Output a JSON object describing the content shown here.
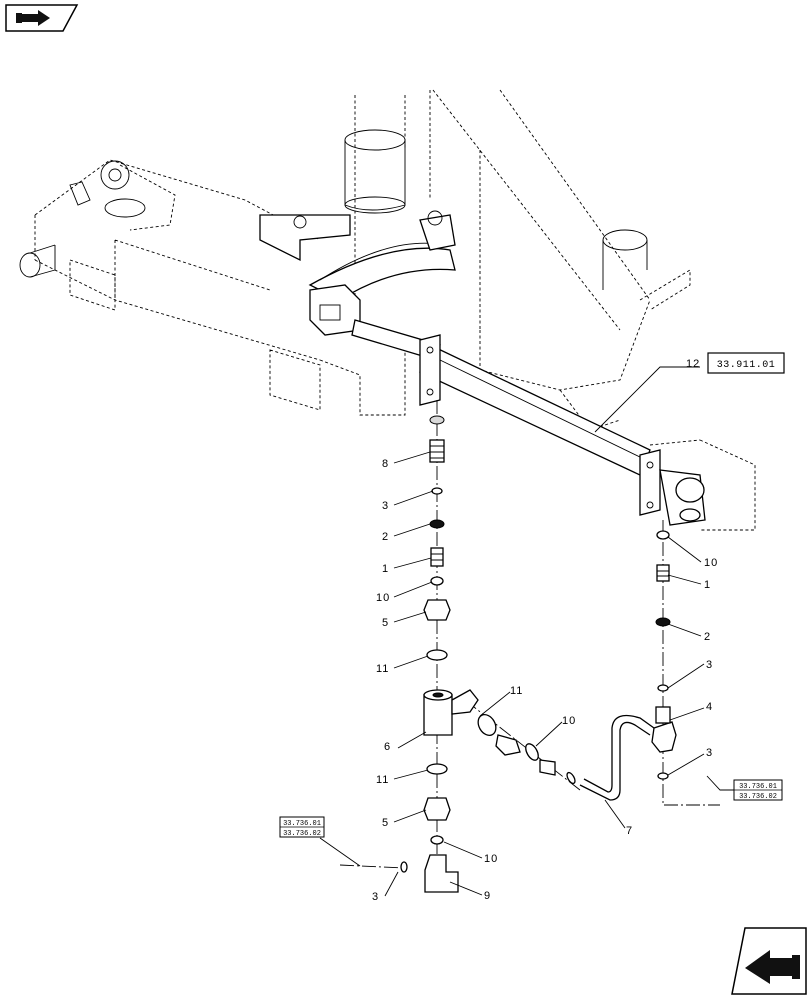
{
  "nav": {
    "back_icon": "hand-pointing-right-icon",
    "forward_icon": "hand-pointing-left-icon"
  },
  "main_ref": "33.911.01",
  "side_ref_right": [
    "33.736.01",
    "33.736.02"
  ],
  "side_ref_left": [
    "33.736.01",
    "33.736.02"
  ],
  "callouts": {
    "c12": "12",
    "c8": "8",
    "c3a": "3",
    "c2a": "2",
    "c1a": "1",
    "c10a": "10",
    "c5a": "5",
    "c11a": "11",
    "c6": "6",
    "c11b": "11",
    "c5b": "5",
    "c10b": "10",
    "c3b": "3",
    "c9": "9",
    "c11c": "11",
    "c10c": "10",
    "c7": "7",
    "c10d": "10",
    "c1b": "1",
    "c2b": "2",
    "c3c": "3",
    "c4": "4",
    "c3d": "3"
  }
}
